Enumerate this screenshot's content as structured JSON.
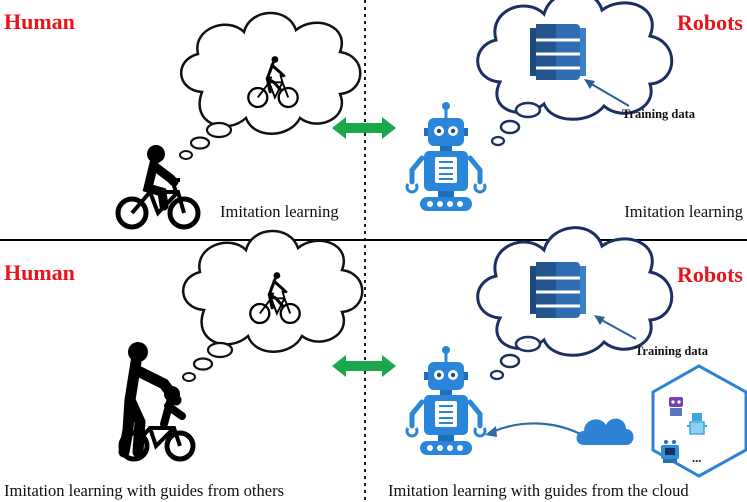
{
  "top": {
    "human_title": "Human",
    "robots_title": "Robots",
    "human_caption": "Imitation learning",
    "robot_caption": "Imitation learning",
    "training_label": "Training data"
  },
  "bottom": {
    "human_title": "Human",
    "robots_title": "Robots",
    "human_caption": "Imitation learning with guides from others",
    "robot_caption": "Imitation learning with guides from the cloud",
    "training_label": "Training data",
    "more_indicator": "..."
  },
  "colors": {
    "title_red": "#e8141c",
    "arrow_green": "#1aa84a",
    "cloud_navy": "#1c2f63",
    "database_blue": "#2f6db2",
    "robot_blue": "#2a86d8",
    "panel_blue": "#2e82d6",
    "divider": "#000000"
  }
}
